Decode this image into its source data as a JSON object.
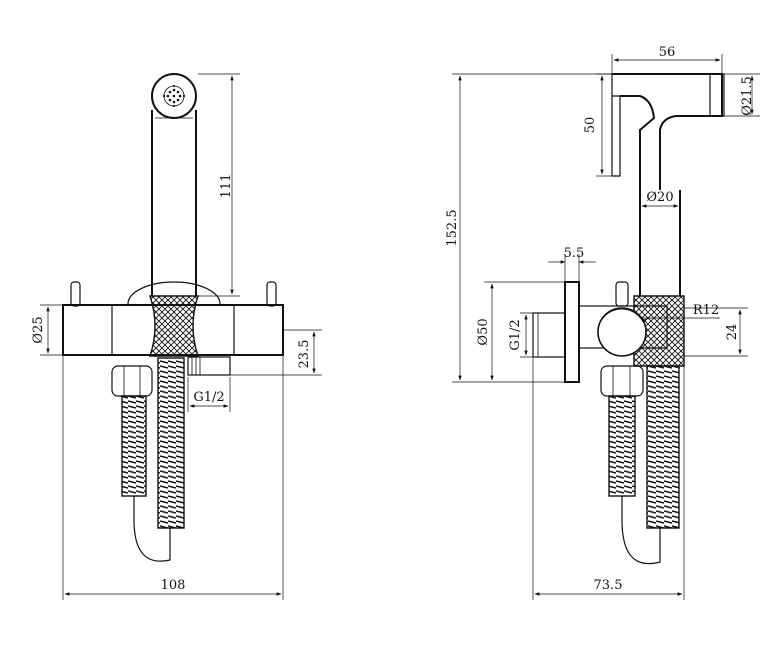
{
  "front_view": {
    "dims": {
      "handle_height": "111",
      "body_diameter": "Ø25",
      "inlet_offset": "23.5",
      "inlet_thread": "G1/2",
      "total_width": "108"
    }
  },
  "side_view": {
    "dims": {
      "head_length": "56",
      "head_diameter": "Ø21.5",
      "head_height": "50",
      "total_height": "152.5",
      "stem_diameter": "Ø20",
      "flange_thickness": "5.5",
      "flange_diameter": "Ø50",
      "inlet_thread": "G1/2",
      "holder_radius": "R12",
      "holder_height": "24",
      "total_depth": "73.5"
    }
  }
}
